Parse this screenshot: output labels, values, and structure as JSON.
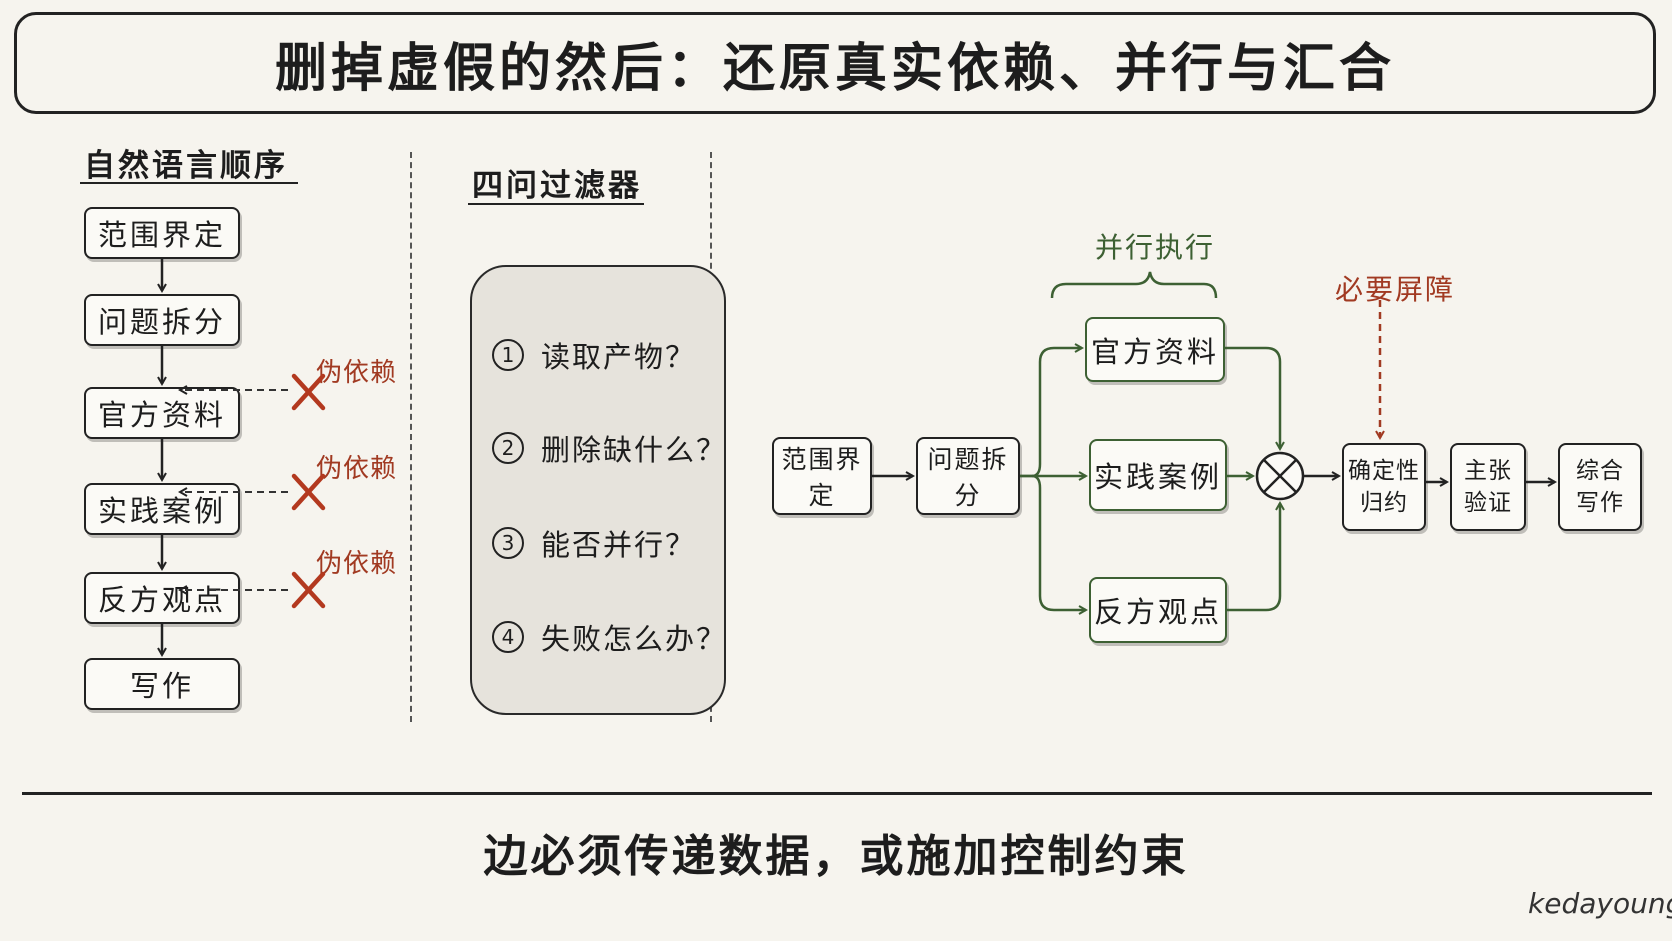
{
  "title": "删掉虚假的然后：还原真实依赖、并行与汇合",
  "left_section": {
    "title": "自然语言顺序",
    "steps": [
      "范围界定",
      "问题拆分",
      "官方资料",
      "实践案例",
      "反方观点",
      "写作"
    ],
    "fake_dependency_label": "伪依赖"
  },
  "middle_section": {
    "title": "四问过滤器",
    "questions": [
      {
        "num": "1",
        "text": "读取产物？"
      },
      {
        "num": "2",
        "text": "删除缺什么？"
      },
      {
        "num": "3",
        "text": "能否并行？"
      },
      {
        "num": "4",
        "text": "失败怎么办？"
      }
    ]
  },
  "right_section": {
    "parallel_label": "并行执行",
    "barrier_label": "必要屏障",
    "nodes": {
      "scope": "范围界定",
      "split": "问题拆分",
      "official": "官方资料",
      "practice": "实践案例",
      "counter": "反方观点",
      "merge_symbol": "⊗",
      "determinism_line1": "确定性",
      "determinism_line2": "归约",
      "claim_line1": "主张",
      "claim_line2": "验证",
      "write_line1": "综合",
      "write_line2": "写作"
    }
  },
  "footer": "边必须传递数据，或施加控制约束",
  "signature": "kedayoung",
  "colors": {
    "ink": "#222222",
    "green": "#3d6033",
    "red": "#a13a22",
    "panel": "#e6e3dc",
    "background": "#f6f4ee"
  }
}
